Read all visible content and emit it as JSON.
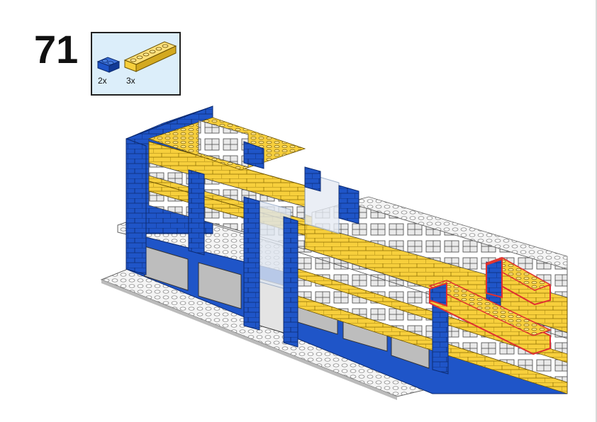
{
  "step": {
    "number": "71"
  },
  "parts": [
    {
      "name": "blue-brick-1x2",
      "quantity": "2x",
      "color": "#1f55c8"
    },
    {
      "name": "yellow-brick-1x6",
      "quantity": "3x",
      "color": "#f7cf3c"
    }
  ],
  "colors": {
    "blue": "#1f55c8",
    "blue_dark": "#123a96",
    "yellow": "#f7cf3c",
    "yellow_dark": "#d3a920",
    "white": "#f4f4f4",
    "grey_window": "#bdbdbd",
    "highlight": "#e03030",
    "panel_bg": "#dceefa"
  }
}
